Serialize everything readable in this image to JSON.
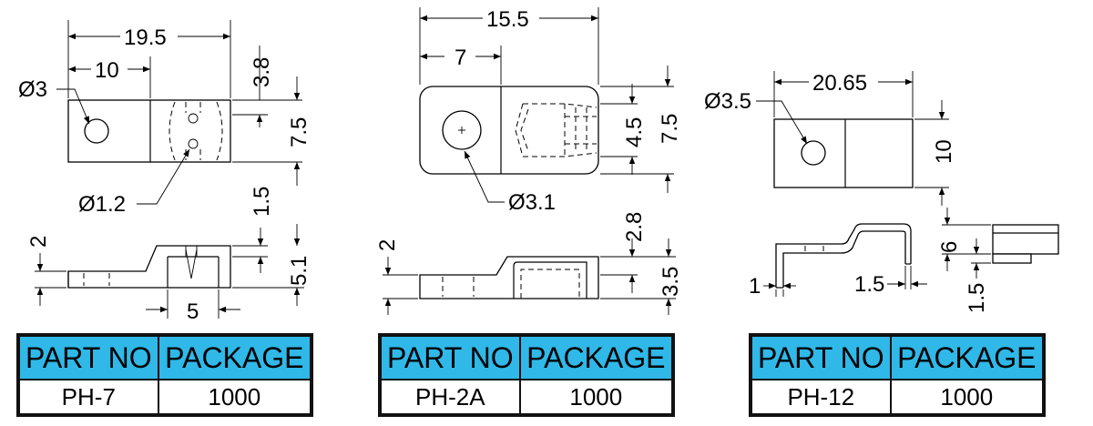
{
  "colors": {
    "header_fill": "#2fb8e8",
    "line": "#000000"
  },
  "parts": [
    {
      "dims": {
        "overall_length": "19.5",
        "hole_position": "10",
        "hole_dia": "Ø3",
        "small_hole_dia": "Ø1.2",
        "top_offset": "3.8",
        "width": "7.5",
        "lip": "1.5",
        "side_height": "5.1",
        "step": "2",
        "slot": "5"
      },
      "table": {
        "col1_header": "PART NO",
        "col2_header": "PACKAGE",
        "part_no": "PH-7",
        "package": "1000"
      }
    },
    {
      "dims": {
        "overall_length": "15.5",
        "hole_position": "7",
        "hole_dia": "Ø3.1",
        "inner_width": "4.5",
        "width": "7.5",
        "top_height": "2.8",
        "side_height": "3.5",
        "step": "2"
      },
      "table": {
        "col1_header": "PART NO",
        "col2_header": "PACKAGE",
        "part_no": "PH-2A",
        "package": "1000"
      }
    },
    {
      "dims": {
        "overall_length": "20.65",
        "hole_dia": "Ø3.5",
        "width": "10",
        "height": "6",
        "thickness": "1",
        "bend": "1.5",
        "foot": "1.5"
      },
      "table": {
        "col1_header": "PART NO",
        "col2_header": "PACKAGE",
        "part_no": "PH-12",
        "package": "1000"
      }
    }
  ]
}
